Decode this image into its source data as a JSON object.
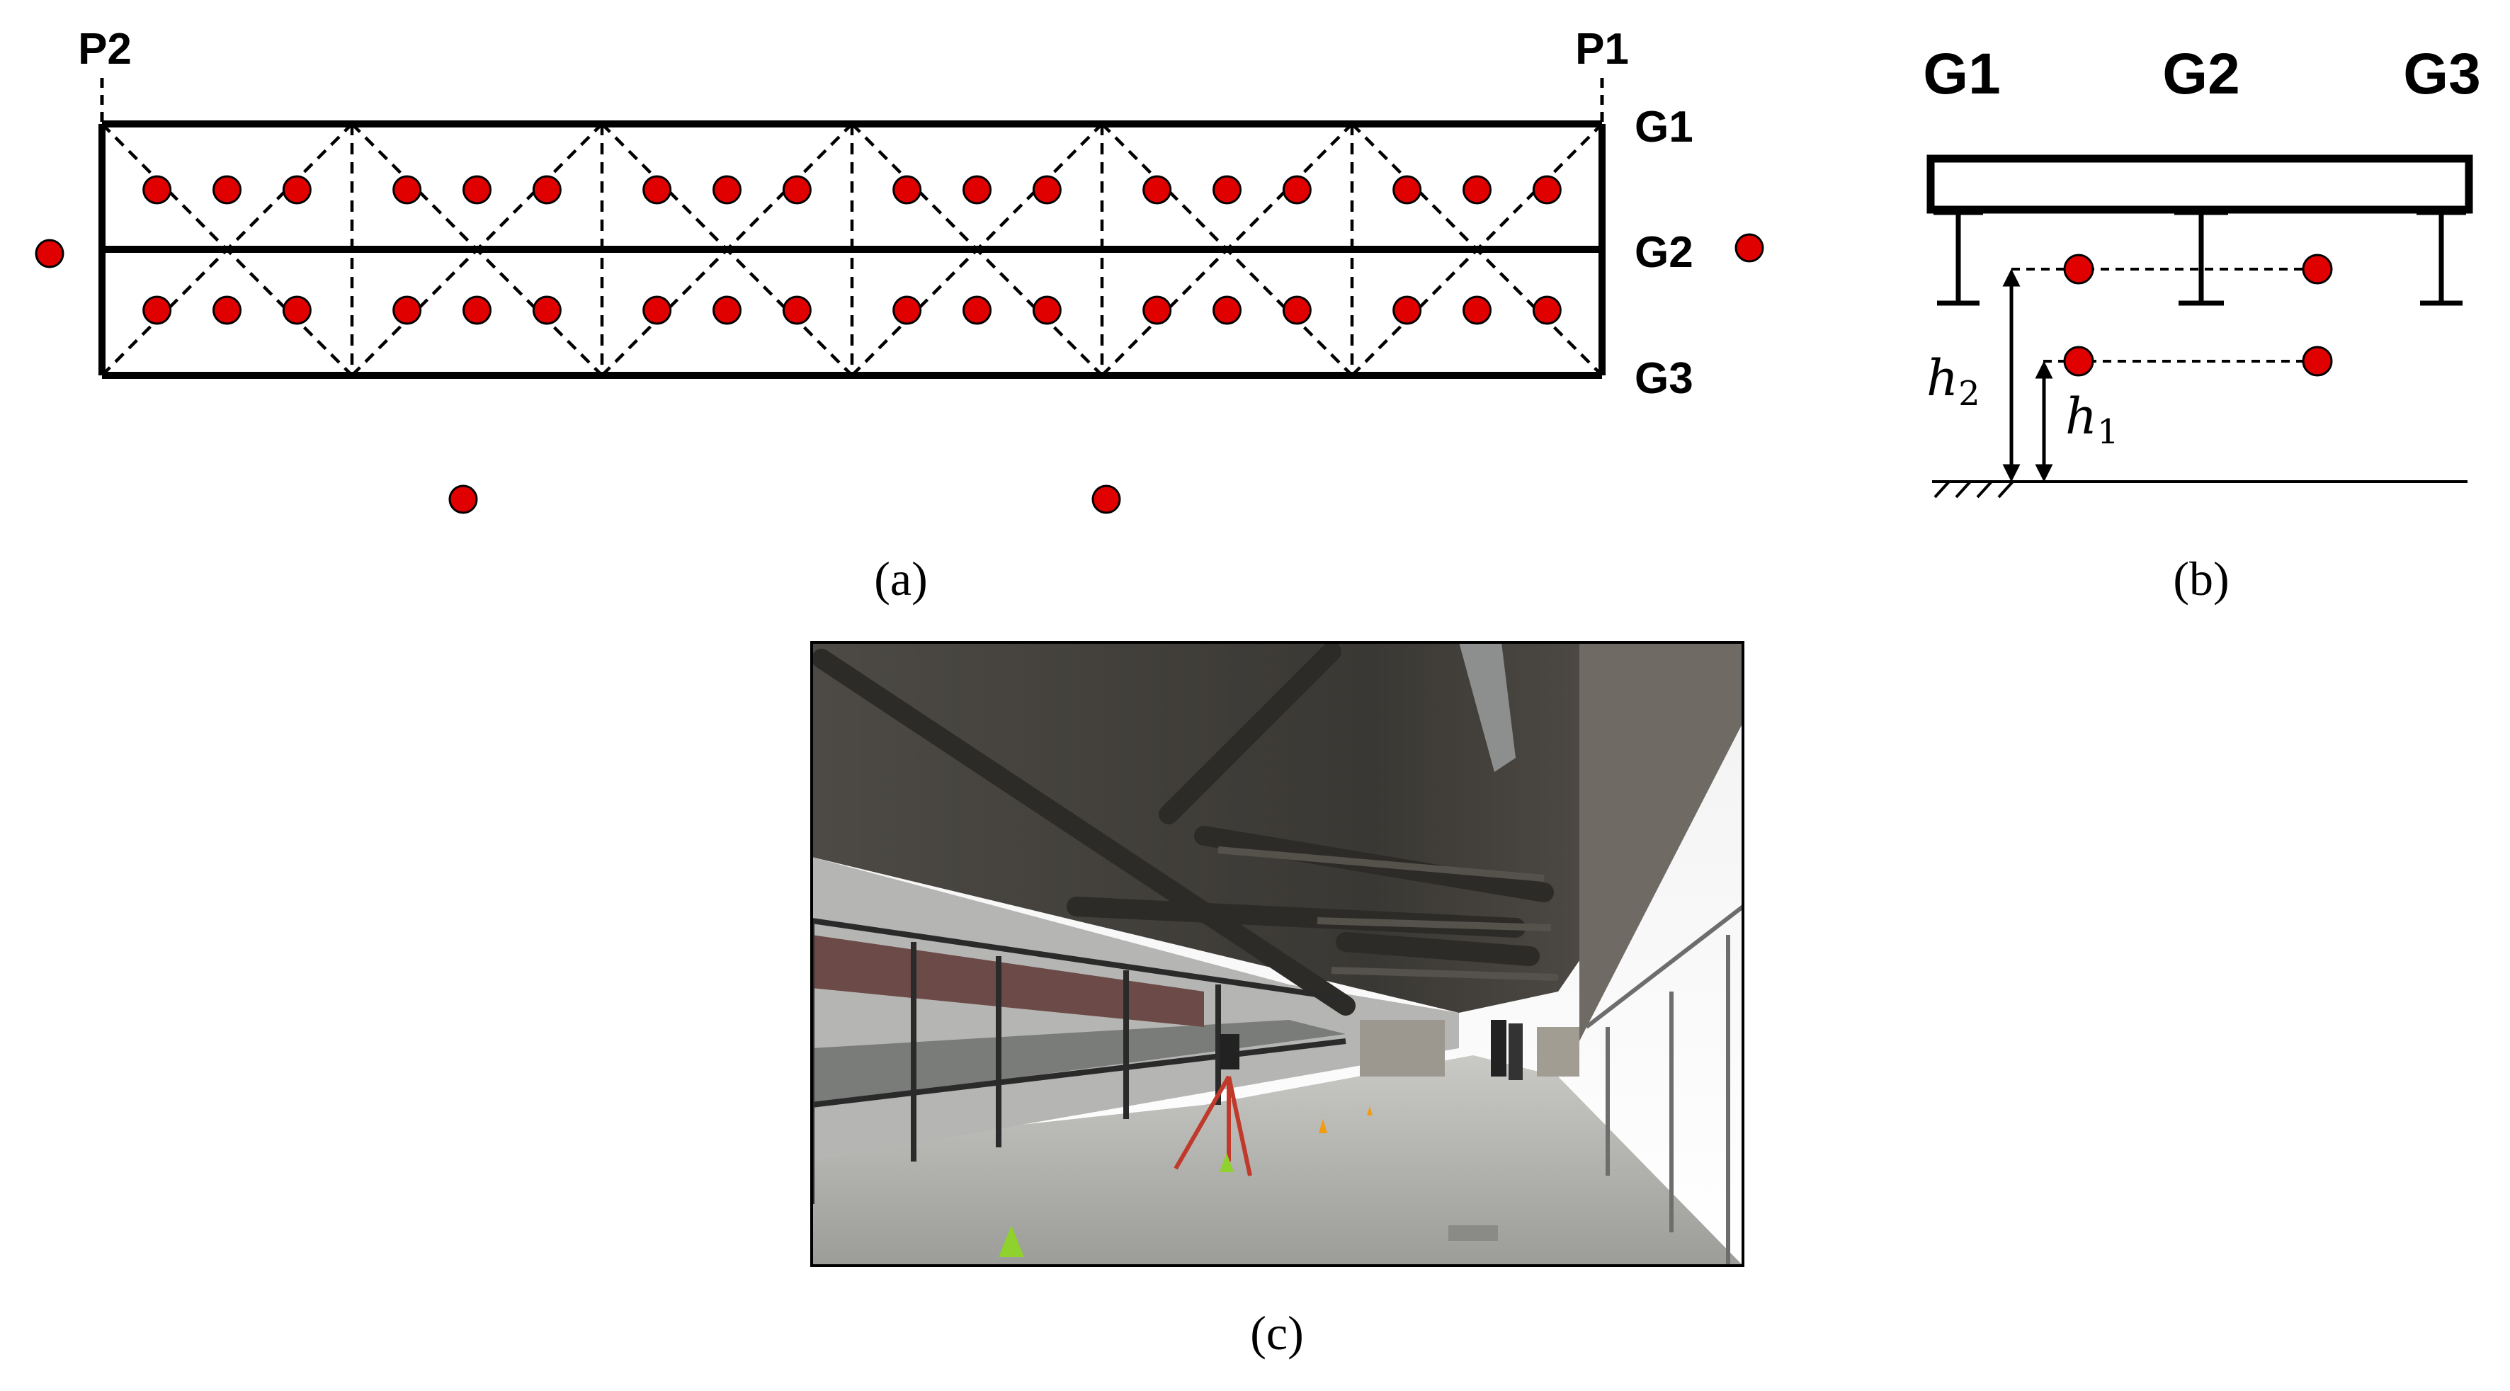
{
  "panel_a": {
    "caption": "(a)",
    "pier_left": "P2",
    "pier_right": "P1",
    "girders": [
      "G1",
      "G2",
      "G3"
    ],
    "bays": 6,
    "points_per_bay_per_row": 3,
    "outside_points": 4,
    "colors": {
      "point_fill": "#e00000",
      "line": "#000000"
    }
  },
  "panel_b": {
    "caption": "(b)",
    "girders": [
      "G1",
      "G2",
      "G3"
    ],
    "h1": {
      "symbol": "h",
      "subscript": "1"
    },
    "h2": {
      "symbol": "h",
      "subscript": "2"
    }
  },
  "panel_c": {
    "caption": "(c)",
    "photo_subject": "under-bridge-scan-site"
  }
}
